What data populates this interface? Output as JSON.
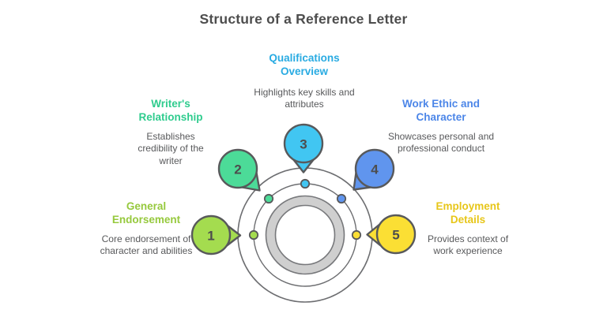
{
  "title": "Structure of a Reference Letter",
  "colors": {
    "title_text": "#4d4d4d",
    "body_text": "#58595b",
    "orbit_stroke": "#6d6e71",
    "ring_fill": "#cfcfcf",
    "ring_edge_stroke": "#77787b",
    "balloon_border": "#58595b",
    "balloon_number": "#4d4d4d"
  },
  "items": [
    {
      "number": "1",
      "label": "General Endorsement",
      "description": "Core endorsement of character and abilities",
      "accent": "#a4dc4f",
      "heading_color": "#96c93d"
    },
    {
      "number": "2",
      "label": "Writer's Relationship",
      "description": "Establishes credibility of the writer",
      "accent": "#4cdb98",
      "heading_color": "#2fcc8e"
    },
    {
      "number": "3",
      "label": "Qualifications Overview",
      "description": "Highlights key skills and attributes",
      "accent": "#41c6f2",
      "heading_color": "#29abe2"
    },
    {
      "number": "4",
      "label": "Work Ethic and Character",
      "description": "Showcases personal and professional conduct",
      "accent": "#6095ee",
      "heading_color": "#4c86e8"
    },
    {
      "number": "5",
      "label": "Employment Details",
      "description": "Provides context of work experience",
      "accent": "#fbdf34",
      "heading_color": "#e7c619"
    }
  ]
}
